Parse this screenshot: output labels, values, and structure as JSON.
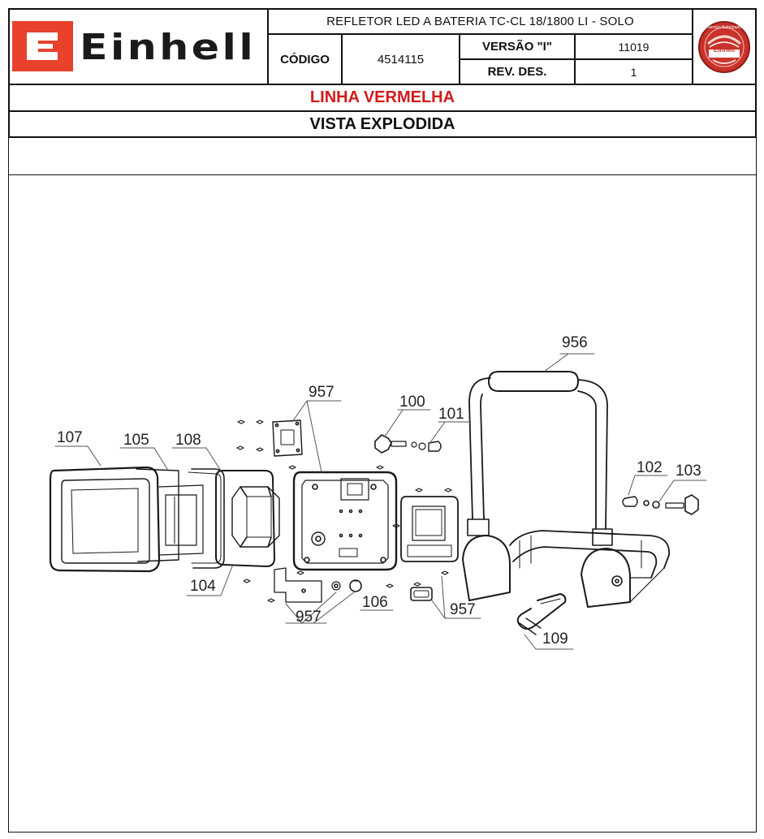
{
  "header": {
    "brand": "Einhell",
    "product_title": "REFLETOR LED A BATERIA TC-CL 18/1800 LI - SOLO",
    "code_label": "CÓDIGO",
    "code_value": "4514115",
    "version_label": "VERSÃO \"I\"",
    "version_value": "11019",
    "revision_label": "REV. DES.",
    "revision_value": "1",
    "badge_text": "Einhell",
    "badge_subtext": "Serviço Autorizado"
  },
  "banners": {
    "line": "LINHA VERMELHA",
    "view": "VISTA EXPLODIDA"
  },
  "diagram": {
    "part_labels": [
      "956",
      "957",
      "100",
      "101",
      "107",
      "105",
      "108",
      "102",
      "103",
      "104",
      "957",
      "106",
      "957",
      "109"
    ]
  },
  "colors": {
    "brand_red": "#e8412c",
    "banner_red": "#d21a1a",
    "badge_red": "#c8322a"
  }
}
